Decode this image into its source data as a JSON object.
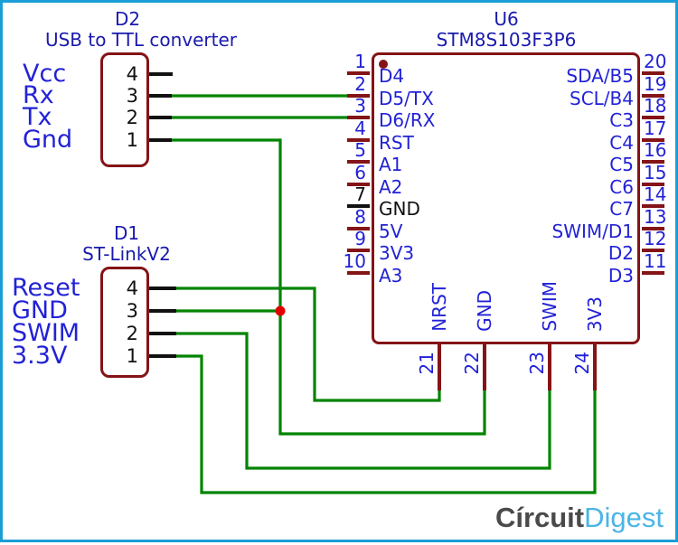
{
  "colors": {
    "page_border": "#1B9ED6",
    "wire_green": "#008400",
    "component_outline": "#841417",
    "junction_red": "#E00000",
    "pin_text_blue": "#2222D6",
    "title_navy": "#1A1AAE",
    "connector_pin_black": "#111111",
    "logo_gray": "#4A4A4A",
    "logo_blue": "#4AB5E8"
  },
  "connectors": {
    "d2": {
      "ref": "D2",
      "name": "USB to TTL converter",
      "pins": [
        {
          "num": "4",
          "label": "Vcc"
        },
        {
          "num": "3",
          "label": "Rx"
        },
        {
          "num": "2",
          "label": "Tx"
        },
        {
          "num": "1",
          "label": "Gnd"
        }
      ]
    },
    "d1": {
      "ref": "D1",
      "name": "ST-LinkV2",
      "pins": [
        {
          "num": "4",
          "label": "Reset"
        },
        {
          "num": "3",
          "label": "GND"
        },
        {
          "num": "2",
          "label": "SWIM"
        },
        {
          "num": "1",
          "label": "3.3V"
        }
      ]
    }
  },
  "ic": {
    "ref": "U6",
    "name": "STM8S103F3P6",
    "left_pins": [
      {
        "num": "1",
        "name": "D4"
      },
      {
        "num": "2",
        "name": "D5/TX"
      },
      {
        "num": "3",
        "name": "D6/RX"
      },
      {
        "num": "4",
        "name": "RST"
      },
      {
        "num": "5",
        "name": "A1"
      },
      {
        "num": "6",
        "name": "A2"
      },
      {
        "num": "7",
        "name": "GND"
      },
      {
        "num": "8",
        "name": "5V"
      },
      {
        "num": "9",
        "name": "3V3"
      },
      {
        "num": "10",
        "name": "A3"
      }
    ],
    "right_pins": [
      {
        "num": "20",
        "name": "SDA/B5"
      },
      {
        "num": "19",
        "name": "SCL/B4"
      },
      {
        "num": "18",
        "name": "C3"
      },
      {
        "num": "17",
        "name": "C4"
      },
      {
        "num": "16",
        "name": "C5"
      },
      {
        "num": "15",
        "name": "C6"
      },
      {
        "num": "14",
        "name": "C7"
      },
      {
        "num": "13",
        "name": "SWIM/D1"
      },
      {
        "num": "12",
        "name": "D2"
      },
      {
        "num": "11",
        "name": "D3"
      }
    ],
    "bottom_pins": [
      {
        "num": "21",
        "name": "NRST"
      },
      {
        "num": "22",
        "name": "GND"
      },
      {
        "num": "23",
        "name": "SWIM"
      },
      {
        "num": "24",
        "name": "3V3"
      }
    ]
  },
  "nets": [
    {
      "from": "D2 pin 3 (Rx)",
      "to": "U6 pin 2 (D5/TX)"
    },
    {
      "from": "D2 pin 2 (Tx)",
      "to": "U6 pin 3 (D6/RX)"
    },
    {
      "from": "D2 pin 1 (Gnd) + D1 pin 3 (GND)",
      "to": "U6 pin 22 (GND)"
    },
    {
      "from": "D1 pin 4 (Reset)",
      "to": "U6 pin 21 (NRST)"
    },
    {
      "from": "D1 pin 2 (SWIM)",
      "to": "U6 pin 23 (SWIM)"
    },
    {
      "from": "D1 pin 1 (3.3V)",
      "to": "U6 pin 24 (3V3)"
    }
  ],
  "logo": {
    "part1": "Círcuit",
    "part2": "Digest"
  }
}
